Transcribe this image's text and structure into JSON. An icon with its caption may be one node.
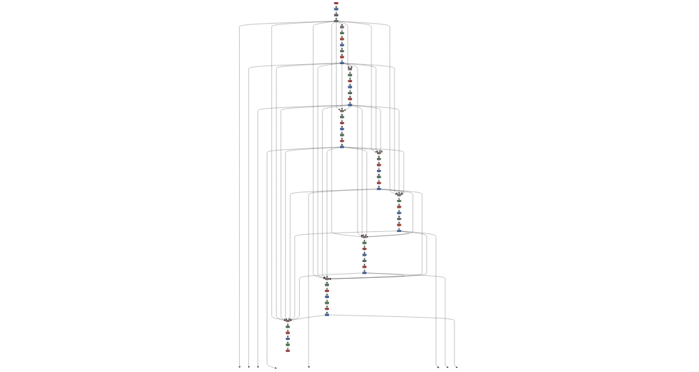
{
  "diagram": {
    "nodes": [
      {
        "text": [],
        "shape": "box"
      },
      {
        "text": [],
        "shape": "box"
      },
      {
        "text": [],
        "shape": "box"
      },
      {
        "text": [],
        "shape": "box"
      },
      {
        "text": [],
        "shape": "box"
      },
      {
        "text": [],
        "shape": "box"
      },
      {
        "text": [],
        "shape": "box"
      },
      {
        "text": [],
        "shape": "box"
      },
      {
        "text": [],
        "shape": "box"
      },
      {
        "text": [],
        "shape": "box"
      },
      {
        "text": [],
        "shape": "box"
      },
      {
        "text": [],
        "shape": "box"
      },
      {
        "text": [],
        "shape": "box"
      },
      {
        "text": [],
        "shape": "box"
      },
      {
        "text": [],
        "shape": "box"
      },
      {
        "text": [],
        "shape": "box"
      },
      {
        "text": [],
        "shape": "box"
      },
      {
        "text": [],
        "shape": "box"
      },
      {
        "text": [],
        "shape": "box"
      },
      {
        "text": [],
        "shape": "box"
      },
      {
        "text": [],
        "shape": "box"
      },
      {
        "text": [],
        "shape": "box"
      },
      {
        "text": [],
        "shape": "box"
      },
      {
        "text": [],
        "shape": "box"
      },
      {
        "text": [],
        "shape": "box"
      },
      {
        "text": [],
        "shape": "box"
      },
      {
        "text": [],
        "shape": "box"
      },
      {
        "text": [],
        "shape": "box"
      },
      {
        "text": [],
        "shape": "box"
      },
      {
        "text": [],
        "shape": "box"
      },
      {
        "text": [],
        "shape": "box"
      },
      {
        "text": [],
        "shape": "box"
      },
      {
        "text": [],
        "shape": "box"
      },
      {
        "text": [],
        "shape": "box"
      },
      {
        "text": [],
        "shape": "box"
      },
      {
        "text": [],
        "shape": "box"
      },
      {
        "text": [],
        "shape": "box"
      },
      {
        "text": [],
        "shape": "box"
      },
      {
        "text": [],
        "shape": "box"
      },
      {
        "text": [],
        "shape": "box"
      },
      {
        "text": [],
        "shape": "box"
      },
      {
        "text": [],
        "shape": "box"
      },
      {
        "text": [],
        "shape": "box"
      },
      {
        "text": [],
        "shape": "box"
      },
      {
        "text": [],
        "shape": "box"
      },
      {
        "text": [],
        "shape": "box"
      },
      {
        "text": [],
        "shape": "box"
      },
      {
        "text": [],
        "shape": "box"
      },
      {
        "text": [],
        "shape": "box"
      },
      {
        "text": [],
        "shape": "box"
      },
      {
        "text": [],
        "shape": "box"
      },
      {
        "text": [],
        "shape": "box"
      },
      {
        "text": [],
        "shape": "box"
      },
      {
        "text": [],
        "shape": "box"
      },
      {
        "text": [],
        "shape": "box"
      },
      {
        "text": [],
        "shape": "box"
      },
      {
        "text": [],
        "shape": "box"
      },
      {
        "text": [],
        "shape": "box"
      },
      {
        "text": [],
        "shape": "box"
      }
    ],
    "edges": [
      {
        "from": 0,
        "to": 1,
        "arrow": "to"
      },
      {
        "from": 1,
        "to": 2,
        "arrow": "to"
      },
      {
        "from": 2,
        "to": 3,
        "arrow": "to"
      },
      {
        "from": 3,
        "to": 4,
        "arrow": "to"
      },
      {
        "from": 4,
        "to": 5,
        "arrow": "to"
      },
      {
        "from": 5,
        "to": 6,
        "arrow": "to"
      },
      {
        "from": 6,
        "to": 7,
        "arrow": "to"
      },
      {
        "from": 7,
        "to": 8,
        "arrow": "to"
      },
      {
        "from": 8,
        "to": 9,
        "arrow": "to"
      },
      {
        "from": 9,
        "to": 10,
        "arrow": "to"
      },
      {
        "from": 3,
        "to": 11,
        "arrow": "to"
      },
      {
        "from": 10,
        "to": 11,
        "arrow": "to"
      },
      {
        "from": 11,
        "to": 12,
        "arrow": "to"
      },
      {
        "from": 12,
        "to": 13,
        "arrow": "to"
      },
      {
        "from": 13,
        "to": 14,
        "arrow": "to"
      },
      {
        "from": 14,
        "to": 15,
        "arrow": "to"
      },
      {
        "from": 15,
        "to": 16,
        "arrow": "to"
      },
      {
        "from": 16,
        "to": 17,
        "arrow": "to"
      },
      {
        "from": 3,
        "to": 18,
        "arrow": "to"
      },
      {
        "from": 10,
        "to": 18,
        "arrow": "to"
      },
      {
        "from": 17,
        "to": 18,
        "arrow": "to"
      },
      {
        "from": 18,
        "to": 19,
        "arrow": "to"
      },
      {
        "from": 19,
        "to": 20,
        "arrow": "to"
      },
      {
        "from": 20,
        "to": 21,
        "arrow": "to"
      },
      {
        "from": 21,
        "to": 22,
        "arrow": "to"
      },
      {
        "from": 22,
        "to": 23,
        "arrow": "to"
      },
      {
        "from": 23,
        "to": 24,
        "arrow": "to"
      },
      {
        "from": 3,
        "to": 25,
        "arrow": "to"
      },
      {
        "from": 10,
        "to": 25,
        "arrow": "to"
      },
      {
        "from": 17,
        "to": 25,
        "arrow": "to"
      },
      {
        "from": 24,
        "to": 25,
        "arrow": "to"
      },
      {
        "from": 25,
        "to": 26,
        "arrow": "to"
      },
      {
        "from": 26,
        "to": 27,
        "arrow": "to"
      },
      {
        "from": 27,
        "to": 28,
        "arrow": "to"
      },
      {
        "from": 28,
        "to": 29,
        "arrow": "to"
      },
      {
        "from": 29,
        "to": 30,
        "arrow": "to"
      },
      {
        "from": 30,
        "to": 31,
        "arrow": "to"
      },
      {
        "from": 3,
        "to": 32,
        "arrow": "to"
      },
      {
        "from": 10,
        "to": 32,
        "arrow": "to"
      },
      {
        "from": 17,
        "to": 32,
        "arrow": "to"
      },
      {
        "from": 24,
        "to": 32,
        "arrow": "to"
      },
      {
        "from": 31,
        "to": 32,
        "arrow": "to"
      },
      {
        "from": 32,
        "to": 33,
        "arrow": "to"
      },
      {
        "from": 33,
        "to": 34,
        "arrow": "to"
      },
      {
        "from": 34,
        "to": 35,
        "arrow": "to"
      },
      {
        "from": 35,
        "to": 36,
        "arrow": "to"
      },
      {
        "from": 36,
        "to": 37,
        "arrow": "to"
      },
      {
        "from": 37,
        "to": 38,
        "arrow": "to"
      },
      {
        "from": 3,
        "to": 39,
        "arrow": "to"
      },
      {
        "from": 10,
        "to": 39,
        "arrow": "to"
      },
      {
        "from": 17,
        "to": 39,
        "arrow": "to"
      },
      {
        "from": 24,
        "to": 39,
        "arrow": "to"
      },
      {
        "from": 31,
        "to": 39,
        "arrow": "to"
      },
      {
        "from": 38,
        "to": 39,
        "arrow": "to"
      },
      {
        "from": 39,
        "to": 40,
        "arrow": "to"
      },
      {
        "from": 40,
        "to": 41,
        "arrow": "to"
      },
      {
        "from": 41,
        "to": 42,
        "arrow": "to"
      },
      {
        "from": 42,
        "to": 43,
        "arrow": "to"
      },
      {
        "from": 43,
        "to": 44,
        "arrow": "to"
      },
      {
        "from": 44,
        "to": 45,
        "arrow": "to"
      },
      {
        "from": 3,
        "to": 46,
        "arrow": "to"
      },
      {
        "from": 10,
        "to": 46,
        "arrow": "to"
      },
      {
        "from": 17,
        "to": 46,
        "arrow": "to"
      },
      {
        "from": 24,
        "to": 46,
        "arrow": "to"
      },
      {
        "from": 31,
        "to": 46,
        "arrow": "to"
      },
      {
        "from": 38,
        "to": 46,
        "arrow": "to"
      },
      {
        "from": 45,
        "to": 46,
        "arrow": "to"
      },
      {
        "from": 46,
        "to": 47,
        "arrow": "to"
      },
      {
        "from": 47,
        "to": 48,
        "arrow": "to"
      },
      {
        "from": 48,
        "to": 49,
        "arrow": "to"
      },
      {
        "from": 49,
        "to": 50,
        "arrow": "to"
      },
      {
        "from": 50,
        "to": 51,
        "arrow": "to"
      },
      {
        "from": 51,
        "to": 52,
        "arrow": "to"
      },
      {
        "from": 3,
        "to": 53,
        "arrow": "to"
      },
      {
        "from": 10,
        "to": 53,
        "arrow": "to"
      },
      {
        "from": 17,
        "to": 53,
        "arrow": "to"
      },
      {
        "from": 24,
        "to": 53,
        "arrow": "to"
      },
      {
        "from": 31,
        "to": 53,
        "arrow": "to"
      },
      {
        "from": 38,
        "to": 53,
        "arrow": "to"
      },
      {
        "from": 45,
        "to": 53,
        "arrow": "to"
      },
      {
        "from": 52,
        "to": 53,
        "arrow": "to"
      },
      {
        "from": 53,
        "to": 54,
        "arrow": "to"
      },
      {
        "from": 54,
        "to": 55,
        "arrow": "to"
      },
      {
        "from": 55,
        "to": 56,
        "arrow": "to"
      },
      {
        "from": 56,
        "to": 57,
        "arrow": "to"
      },
      {
        "from": 57,
        "to": 58,
        "arrow": "to"
      },
      {
        "from": 3,
        "to": null,
        "arrow": "to"
      },
      {
        "from": 10,
        "to": null,
        "arrow": "to"
      },
      {
        "from": 17,
        "to": null,
        "arrow": "to"
      },
      {
        "from": 24,
        "to": null,
        "arrow": "to"
      },
      {
        "from": 31,
        "to": null,
        "arrow": "to"
      },
      {
        "from": 38,
        "to": null,
        "arrow": "to"
      },
      {
        "from": 45,
        "to": null,
        "arrow": "to"
      },
      {
        "from": 52,
        "to": null,
        "arrow": "to"
      }
    ]
  }
}
